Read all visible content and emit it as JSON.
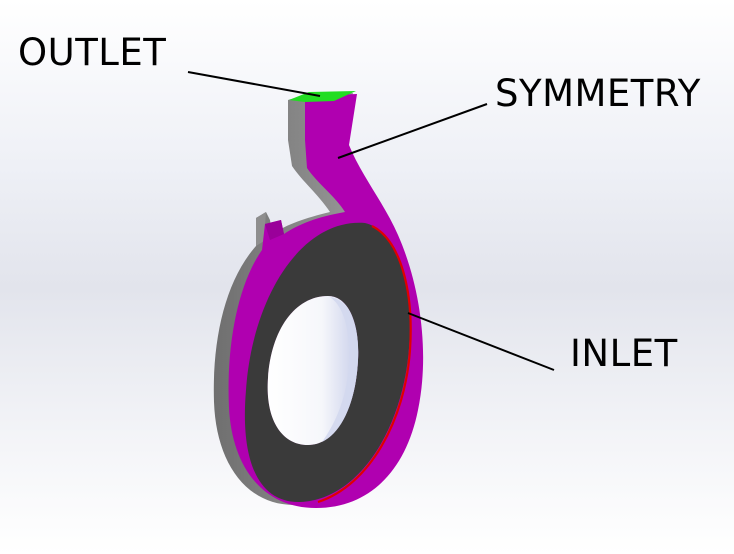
{
  "labels": {
    "outlet": "OUTLET",
    "symmetry": "SYMMETRY",
    "inlet": "INLET"
  },
  "colors": {
    "symmetry_face": "#b000b0",
    "outlet_face": "#22dd22",
    "inlet_edge": "#e00000",
    "side_wall": "#8c8c8c",
    "disc_face": "#3a3a3a",
    "background_top": "#ffffff",
    "background_mid": "#e4e6ee",
    "bore_interior": "#f4f6fc"
  },
  "icons": {
    "model": "volute-casing-cutaway"
  }
}
